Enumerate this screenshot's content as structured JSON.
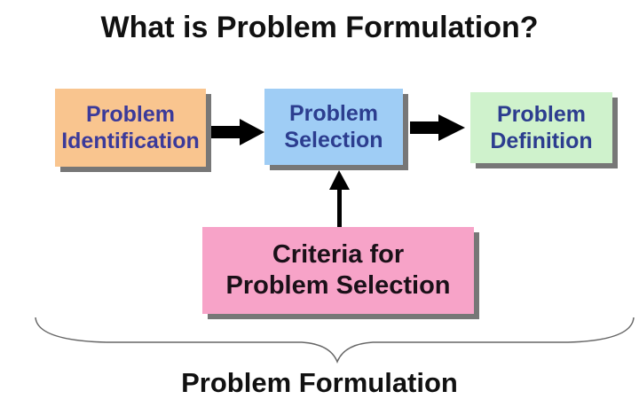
{
  "title": "What is Problem Formulation?",
  "boxes": {
    "identification": [
      "Problem",
      "Identification"
    ],
    "selection": [
      "Problem",
      "Selection"
    ],
    "definition": [
      "Problem",
      "Definition"
    ],
    "criteria": [
      "Criteria for",
      "Problem Selection"
    ]
  },
  "bottom_label": "Problem Formulation",
  "colors": {
    "identification": "#f9c58f",
    "selection": "#9fcdf5",
    "definition": "#cff2cc",
    "criteria": "#f7a3c8"
  }
}
